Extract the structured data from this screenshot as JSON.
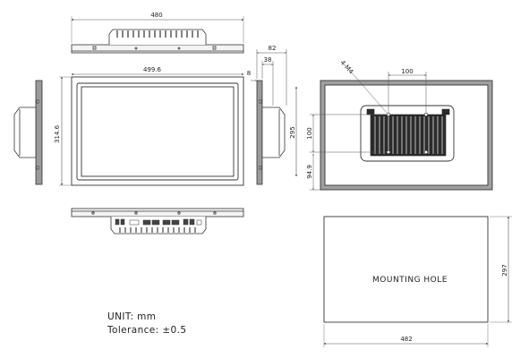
{
  "dimensions": {
    "top_width": "480",
    "front_width": "499.6",
    "front_height": "314.6",
    "screen_height": "295",
    "side_depth_total": "82",
    "side_depth_inner": "38",
    "side_bezel": "8",
    "vesa_horizontal": "100",
    "vesa_vertical": "100",
    "vesa_offset": "94.9",
    "screw_spec": "4-M4",
    "cutout_width": "482",
    "cutout_height": "297"
  },
  "cutout_label": "MOUNTING HOLE",
  "notes": {
    "unit": "UNIT: mm",
    "tolerance": "Tolerance: ±0.5"
  },
  "colors": {
    "line": "#333333",
    "dim_line": "#555555",
    "bezel_fill": "#9a9a9a",
    "heatsink_fill": "#2b2b2b"
  }
}
